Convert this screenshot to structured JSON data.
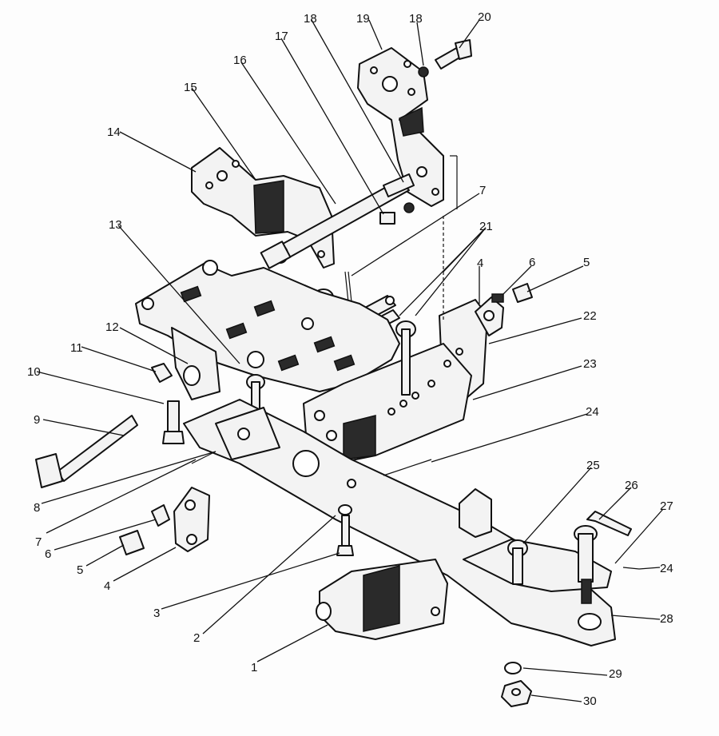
{
  "callouts": [
    {
      "id": "c1",
      "text": "1"
    },
    {
      "id": "c2",
      "text": "2"
    },
    {
      "id": "c3",
      "text": "3"
    },
    {
      "id": "c4",
      "text": "4"
    },
    {
      "id": "c4b",
      "text": "4"
    },
    {
      "id": "c5",
      "text": "5"
    },
    {
      "id": "c5b",
      "text": "5"
    },
    {
      "id": "c6",
      "text": "6"
    },
    {
      "id": "c6b",
      "text": "6"
    },
    {
      "id": "c7",
      "text": "7"
    },
    {
      "id": "c7b",
      "text": "7"
    },
    {
      "id": "c8",
      "text": "8"
    },
    {
      "id": "c9",
      "text": "9"
    },
    {
      "id": "c10",
      "text": "10"
    },
    {
      "id": "c11",
      "text": "11"
    },
    {
      "id": "c12",
      "text": "12"
    },
    {
      "id": "c13",
      "text": "13"
    },
    {
      "id": "c14",
      "text": "14"
    },
    {
      "id": "c15",
      "text": "15"
    },
    {
      "id": "c16",
      "text": "16"
    },
    {
      "id": "c17",
      "text": "17"
    },
    {
      "id": "c18",
      "text": "18"
    },
    {
      "id": "c18b",
      "text": "18"
    },
    {
      "id": "c19",
      "text": "19"
    },
    {
      "id": "c20",
      "text": "20"
    },
    {
      "id": "c21",
      "text": "21"
    },
    {
      "id": "c22",
      "text": "22"
    },
    {
      "id": "c23",
      "text": "23"
    },
    {
      "id": "c24",
      "text": "24"
    },
    {
      "id": "c24b",
      "text": "24"
    },
    {
      "id": "c25",
      "text": "25"
    },
    {
      "id": "c26",
      "text": "26"
    },
    {
      "id": "c27",
      "text": "27"
    },
    {
      "id": "c28",
      "text": "28"
    },
    {
      "id": "c29",
      "text": "29"
    },
    {
      "id": "c30",
      "text": "30"
    }
  ]
}
